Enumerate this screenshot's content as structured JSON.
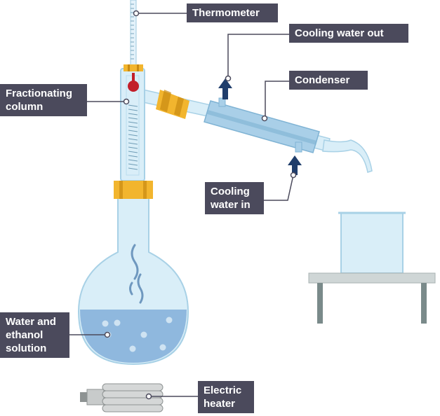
{
  "labels": {
    "thermometer": "Thermometer",
    "cooling_water_out": "Cooling water out",
    "condenser": "Condenser",
    "fractionating_column": [
      "Fractionating",
      "column"
    ],
    "cooling_water_in": [
      "Cooling",
      "water in"
    ],
    "solution": [
      "Water and",
      "ethanol",
      "solution"
    ],
    "heater": [
      "Electric",
      "heater"
    ]
  },
  "colors": {
    "label_bg": "#4b4a5c",
    "label_text": "#ffffff",
    "glass": "#d9eef8",
    "glass_edge": "#a8d1e6",
    "liquid": "#8fb8de",
    "water_arrow": "#1f3d6b",
    "stopper": "#f2b52e",
    "bulb": "#c21f2a",
    "stand": "#7a8a8a",
    "heater": "#b9bcbc"
  }
}
